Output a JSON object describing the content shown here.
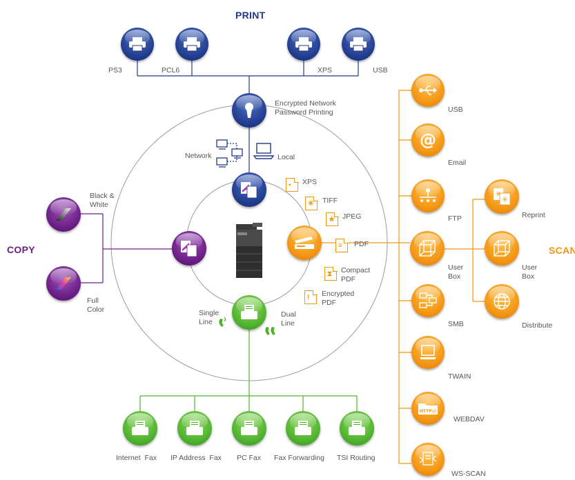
{
  "colors": {
    "print": "#1f3a8a",
    "scan": "#f39412",
    "copy": "#6a1f86",
    "fax": "#4fb22f",
    "line_gray": "#9a9a9a"
  },
  "titles": {
    "print": "PRINT",
    "scan": "SCAN",
    "copy": "COPY"
  },
  "print": {
    "items": [
      {
        "label": "PS3",
        "icon": "printer-icon"
      },
      {
        "label": "PCL6",
        "icon": "printer-icon"
      },
      {
        "label": "XPS",
        "icon": "printer-icon"
      },
      {
        "label": "USB",
        "icon": "printer-icon"
      }
    ],
    "encrypted": {
      "line1": "Encrypted Network",
      "line2": "Password Printing",
      "icon": "keyhole-icon"
    },
    "network": "Network",
    "local": "Local"
  },
  "scan": {
    "left_items": [
      {
        "label": "USB",
        "icon": "usb-icon"
      },
      {
        "label": "Email",
        "icon": "at-icon"
      },
      {
        "label": "FTP",
        "icon": "ftp-icon"
      },
      {
        "label": "User Box",
        "icon": "box-icon"
      },
      {
        "label": "SMB",
        "icon": "network-icon"
      },
      {
        "label": "TWAIN",
        "icon": "monitor-icon"
      },
      {
        "label": "WEBDAV",
        "icon": "folder-icon"
      },
      {
        "label": "WS-SCAN",
        "icon": "ws-scan-icon"
      }
    ],
    "right_items": [
      {
        "label": "Reprint",
        "icon": "reprint-icon"
      },
      {
        "label": "User Box",
        "icon": "box-icon"
      },
      {
        "label": "Distribute",
        "icon": "globe-icon"
      }
    ]
  },
  "formats": {
    "xps": "XPS",
    "tiff": "TIFF",
    "jpeg": "JPEG",
    "pdf": "PDF",
    "compact_pdf": "Compact PDF",
    "encrypted_pdf": "Encrypted PDF"
  },
  "copy": {
    "items": [
      {
        "label": "Black & White",
        "icon": "bw-copy-icon"
      },
      {
        "label": "Full Color",
        "icon": "color-copy-icon"
      }
    ]
  },
  "fax": {
    "single_line": "Single Line",
    "dual_line": "Dual Line",
    "items": [
      {
        "label": "Internet  Fax",
        "icon": "fax-icon"
      },
      {
        "label": "IP Address  Fax",
        "icon": "fax-icon"
      },
      {
        "label": "PC Fax",
        "icon": "fax-icon"
      },
      {
        "label": "Fax Forwarding",
        "icon": "fax-icon"
      },
      {
        "label": "TSI Routing",
        "icon": "fax-icon"
      }
    ]
  }
}
